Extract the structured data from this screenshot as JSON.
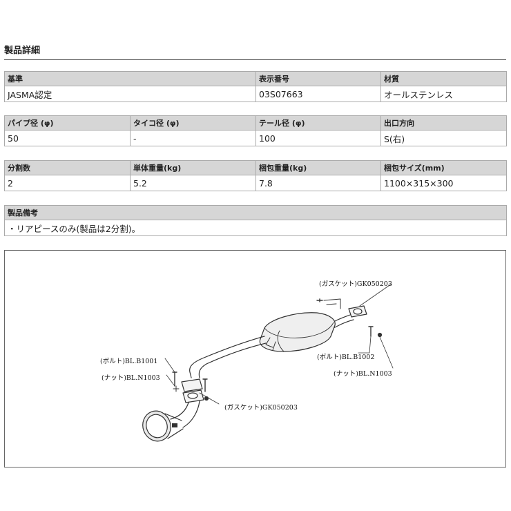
{
  "section_title": "製品詳細",
  "tables": [
    {
      "headers": [
        "基準",
        "表示番号",
        "材質"
      ],
      "values": [
        "JASMA認定",
        "03S07663",
        "オールステンレス"
      ]
    },
    {
      "headers": [
        "パイプ径 (φ)",
        "タイコ径 (φ)",
        "テール径 (φ)",
        "出口方向"
      ],
      "values": [
        "50",
        "-",
        "100",
        "S(右)"
      ]
    },
    {
      "headers": [
        "分割数",
        "単体重量(kg)",
        "梱包重量(kg)",
        "梱包サイズ(mm)"
      ],
      "values": [
        "2",
        "5.2",
        "7.8",
        "1100×315×300"
      ]
    },
    {
      "headers": [
        "製品備考"
      ],
      "values": [
        "・リアピースのみ(製品は2分割)。"
      ]
    }
  ],
  "diagram_labels": {
    "gasket_top": "(ガスケット)GK050203",
    "bolt_right": "(ボルト)BL.B1002",
    "nut_right": "(ナット)BL.N1003",
    "bolt_left": "(ボルト)BL.B1001",
    "nut_left": "(ナット)BL.N1003",
    "gasket_bottom": "(ガスケット)GK050203"
  }
}
